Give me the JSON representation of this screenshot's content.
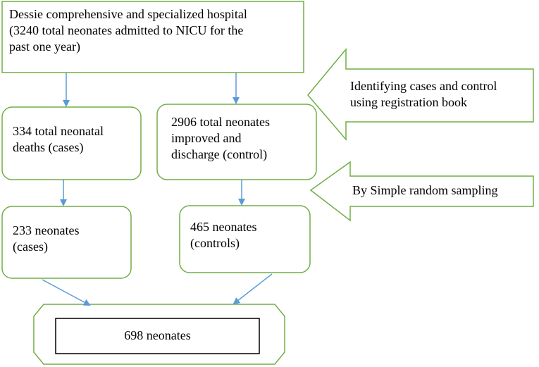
{
  "diagram": {
    "top_box": "Dessie comprehensive and specialized hospital\n(3240 total neonates admitted to NICU for the\npast one year)",
    "cases_total": "334 total neonatal\ndeaths (cases)",
    "controls_total": "2906 total neonates\nimproved and\ndischarge (control)",
    "cases_sampled": "233 neonates\n(cases)",
    "controls_sampled": "465 neonates\n(controls)",
    "final": "698 neonates",
    "callout_identify": "Identifying cases and control\nusing registration book",
    "callout_sampling": "By Simple random sampling"
  },
  "colors": {
    "box_border": "#70ad47",
    "arrow": "#5b9bd5",
    "inner_border": "#000000"
  }
}
